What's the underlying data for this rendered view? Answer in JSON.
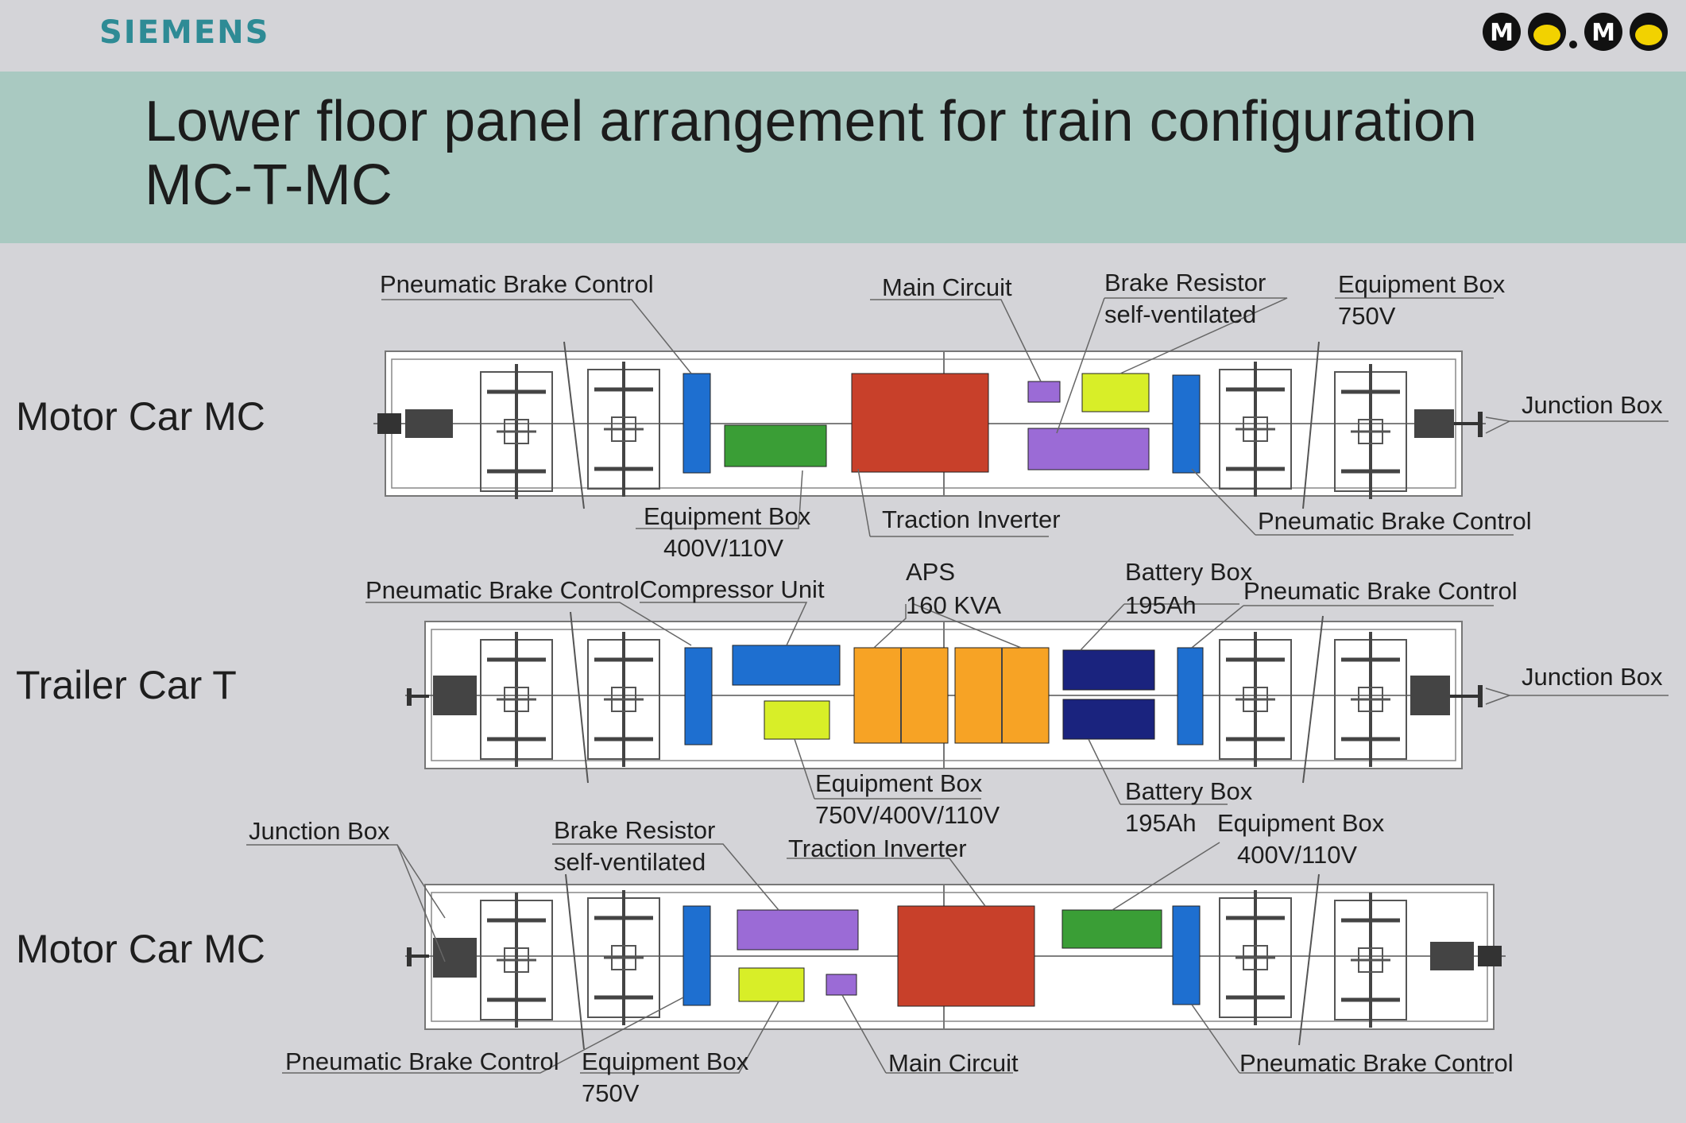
{
  "header": {
    "brand": "SIEMENS",
    "metro_logo": "M●.M●",
    "title_line1": "Lower floor panel arrangement for train configuration",
    "title_line2": "MC-T-MC"
  },
  "colors": {
    "background": "#d4d4d8",
    "title_band": "#a9c9c1",
    "brake_control": "#1e6fd0",
    "equipment_box_400_110": "#3a9e36",
    "traction_inverter": "#c8402a",
    "main_circuit": "#9b6bd6",
    "equipment_box_750": "#d8ee28",
    "brake_resistor": "#9b6bd6",
    "compressor_unit": "#1e6fd0",
    "aps": "#f7a325",
    "battery_box": "#1a237e",
    "equipment_box_750_400_110": "#d8ee28"
  },
  "cars": [
    {
      "name": "Motor Car MC",
      "labels": {
        "pbc_top": "Pneumatic Brake Control",
        "main_circuit": "Main Circuit",
        "brake_resistor_1": "Brake Resistor",
        "brake_resistor_2": "self-ventilated",
        "equipment_box_750_1": "Equipment Box",
        "equipment_box_750_2": "750V",
        "junction_box": "Junction Box",
        "equipment_box_400_1": "Equipment Box",
        "equipment_box_400_2": "400V/110V",
        "traction_inverter": "Traction Inverter",
        "pbc_bottom": "Pneumatic Brake Control"
      }
    },
    {
      "name": "Trailer Car T",
      "labels": {
        "pbc_top_left": "Pneumatic Brake Control",
        "compressor_unit": "Compressor Unit",
        "aps_1": "APS",
        "aps_2": "160 KVA",
        "battery_box_top_1": "Battery Box",
        "battery_box_top_2": "195Ah",
        "pbc_top_right": "Pneumatic Brake Control",
        "junction_box": "Junction Box",
        "equipment_box_1": "Equipment Box",
        "equipment_box_2": "750V/400V/110V",
        "battery_box_bottom_1": "Battery Box",
        "battery_box_bottom_2": "195Ah"
      }
    },
    {
      "name": "Motor Car MC",
      "labels": {
        "junction_box": "Junction Box",
        "brake_resistor_1": "Brake Resistor",
        "brake_resistor_2": "self-ventilated",
        "traction_inverter": "Traction Inverter",
        "equipment_box_400_1": "Equipment Box",
        "equipment_box_400_2": "400V/110V",
        "pbc_bottom_left": "Pneumatic Brake Control",
        "equipment_box_750_1": "Equipment Box",
        "equipment_box_750_2": "750V",
        "main_circuit": "Main Circuit",
        "pbc_bottom_right": "Pneumatic Brake Control"
      }
    }
  ]
}
